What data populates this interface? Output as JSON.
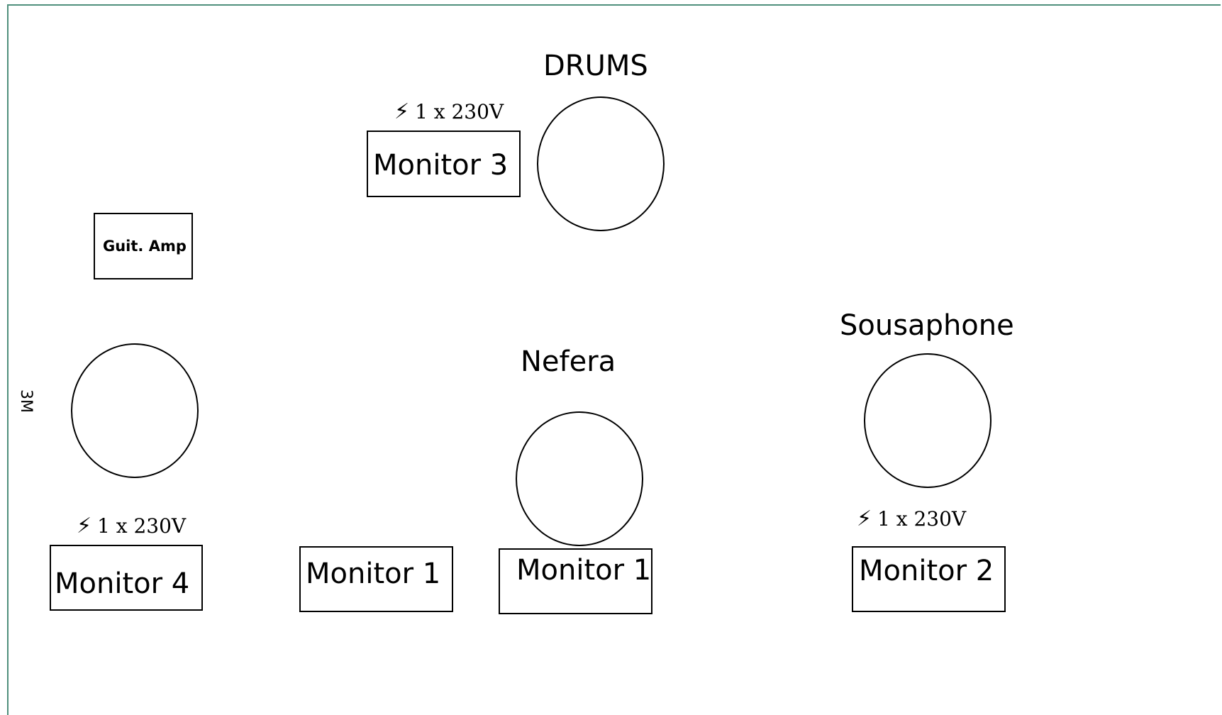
{
  "colors": {
    "frame": "#4f8f7c",
    "stroke": "#000000",
    "background": "#ffffff"
  },
  "labels": {
    "drums": "DRUMS",
    "nefera": "Nefera",
    "sousaphone": "Sousaphone",
    "stage_depth": "3M"
  },
  "power": {
    "icon": "lightning-bolt-icon",
    "glyph": "⚡",
    "text": "1 x 230V"
  },
  "boxes": {
    "monitor3": "Monitor 3",
    "guitar_amp": "Guit. Amp",
    "monitor4": "Monitor 4",
    "monitor1_left": "Monitor 1",
    "monitor1_center": "Monitor 1",
    "monitor2": "Monitor 2"
  }
}
